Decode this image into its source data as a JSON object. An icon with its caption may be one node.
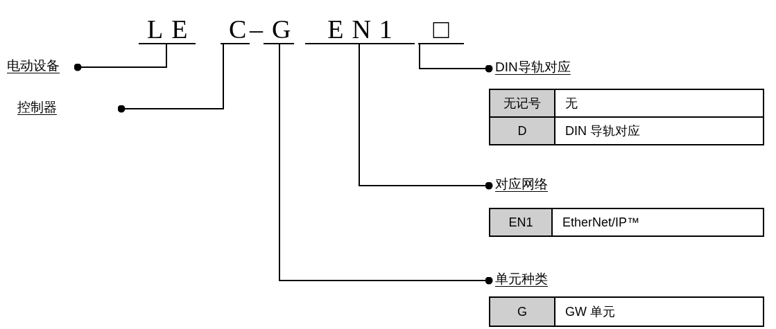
{
  "diagram": {
    "nodes": [
      {
        "text": [
          "LE"
        ]
      },
      {
        "text": [
          "C"
        ]
      },
      {
        "text": [
          "G"
        ]
      },
      {
        "text": [
          "EN1"
        ]
      },
      {
        "text": [
          "□"
        ]
      },
      {
        "text": [
          "电动设备"
        ]
      },
      {
        "text": [
          "控制器"
        ]
      },
      {
        "text": [
          "DIN导轨对应"
        ]
      },
      {
        "text": [
          "对应网络"
        ]
      },
      {
        "text": [
          "单元种类"
        ]
      }
    ],
    "edges": [
      {
        "from": 0,
        "to": 5,
        "arrow": "other"
      },
      {
        "from": 1,
        "to": 6,
        "arrow": "other"
      },
      {
        "from": 4,
        "to": 7,
        "arrow": "other"
      },
      {
        "from": 3,
        "to": 8,
        "arrow": "other"
      },
      {
        "from": 2,
        "to": 9,
        "arrow": "other"
      }
    ],
    "labels": [
      "–",
      "无记号",
      "无",
      "D",
      "DIN 导轨对应",
      "EN1",
      "EtherNet/IP™",
      "G",
      "GW 单元"
    ]
  }
}
